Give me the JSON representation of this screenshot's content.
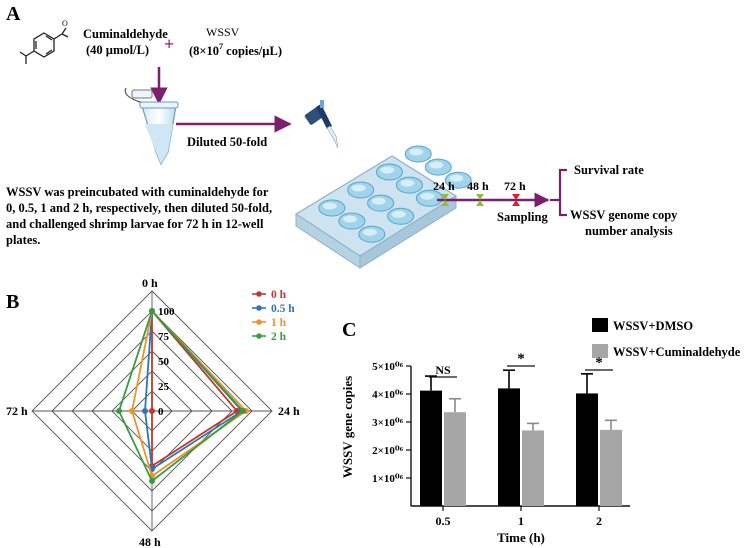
{
  "panel_a": {
    "label": "A",
    "reagent_name": "Cuminaldehyde",
    "reagent_conc": "(40 µmol/L)",
    "plus": "+",
    "virus_name": "WSSV",
    "virus_conc_prefix": "(8×10",
    "virus_conc_exp": "7",
    "virus_conc_suffix": " copies/µL)",
    "dilution": "Diluted 50-fold",
    "description": [
      "WSSV was preincubated with cuminaldehyde for",
      "0, 0.5, 1 and 2 h, respectively, then diluted 50-fold,",
      "and challenged shrimp larvae for 72 h in 12-well",
      "plates."
    ],
    "timepoints": [
      "24 h",
      "48 h",
      "72 h"
    ],
    "sampling": "Sampling",
    "outcome_1": "Survival rate",
    "outcome_2_line1": "WSSV genome copy",
    "outcome_2_line2": "number analysis",
    "colors": {
      "arrow_purple": "#7b1f6e",
      "marker_green": "#8fbc3a",
      "marker_red": "#e0202a",
      "well_blue": "#9fd4ea"
    }
  },
  "panel_b": {
    "label": "B",
    "axis_labels": [
      "0 h",
      "24 h",
      "48 h",
      "72 h"
    ],
    "tick_labels": [
      "0",
      "25",
      "50",
      "75",
      "100"
    ],
    "legend_items": [
      "0 h",
      "0.5 h",
      "1 h",
      "2 h"
    ]
  },
  "panel_c": {
    "label": "C",
    "legend_items": [
      "WSSV+DMSO",
      "WSSV+Cuminaldehyde"
    ],
    "significance": [
      "NS",
      "*",
      "*"
    ]
  },
  "chart_data": [
    {
      "type": "radar",
      "axes": [
        "0 h",
        "24 h",
        "48 h",
        "72 h"
      ],
      "rlim": [
        0,
        100
      ],
      "ticks": [
        0,
        25,
        50,
        75,
        100
      ],
      "grid": true,
      "legend_placement": "top-right",
      "series": [
        {
          "name": "0 h",
          "color": "#c0392b",
          "values": [
            100,
            85,
            55,
            0
          ]
        },
        {
          "name": "0.5 h",
          "color": "#2e75b6",
          "values": [
            100,
            90,
            58,
            7
          ]
        },
        {
          "name": "1 h",
          "color": "#f0922b",
          "values": [
            100,
            94,
            65,
            20
          ]
        },
        {
          "name": "2 h",
          "color": "#3a9b45",
          "values": [
            100,
            91,
            70,
            33
          ]
        }
      ]
    },
    {
      "type": "bar",
      "categories": [
        "0.5",
        "1",
        "2"
      ],
      "xlabel": "Time (h)",
      "ylabel": "WSSV gene copies",
      "ylim": [
        0,
        5000000
      ],
      "yticks": [
        1000000,
        2000000,
        3000000,
        4000000,
        5000000
      ],
      "ytick_labels": [
        "1×10⁰⁶",
        "2×10⁰⁶",
        "3×10⁰⁶",
        "4×10⁰⁶",
        "5×10⁰⁶"
      ],
      "series": [
        {
          "name": "WSSV+DMSO",
          "color": "#000000",
          "values": [
            4120000,
            4200000,
            4020000
          ],
          "errors": [
            520000,
            650000,
            700000
          ]
        },
        {
          "name": "WSSV+Cuminaldehyde",
          "color": "#a6a6a6",
          "values": [
            3350000,
            2700000,
            2720000
          ],
          "errors": [
            480000,
            250000,
            340000
          ]
        }
      ]
    }
  ]
}
